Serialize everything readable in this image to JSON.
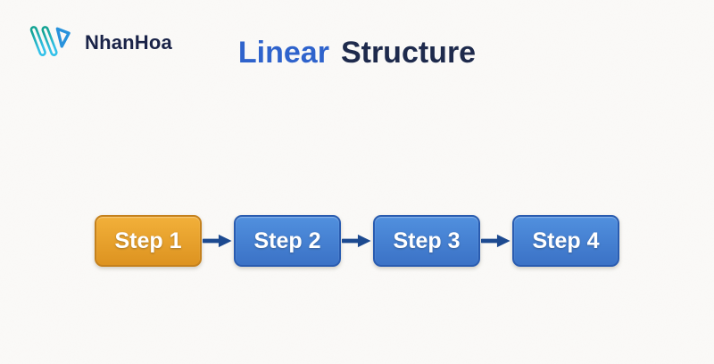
{
  "brand": {
    "name": "NhanHoa",
    "logo_icon": "nhanhoa-w-mark"
  },
  "title": {
    "part1": "Linear",
    "part2": "Structure"
  },
  "diagram": {
    "type": "linear-flow",
    "direction": "left-to-right",
    "connector": "arrow-right",
    "steps": [
      {
        "label": "Step 1",
        "variant": "orange"
      },
      {
        "label": "Step 2",
        "variant": "blue"
      },
      {
        "label": "Step 3",
        "variant": "blue"
      },
      {
        "label": "Step 4",
        "variant": "blue"
      }
    ]
  },
  "theme": {
    "bg": "#fbfaf8",
    "navy": "#1a2348",
    "blue_title": "#2f63cc",
    "navy_title": "#1e2a4c",
    "step_text": "#ffffff",
    "step_orange_top": "#f2b03a",
    "step_orange_bottom": "#dd9320",
    "step_orange_border": "#c5811c",
    "step_blue_top": "#5190de",
    "step_blue_bottom": "#3b72c6",
    "step_blue_border": "#2a5cb0",
    "arrow": "#1d4a90",
    "logo_teal": "#14a393",
    "logo_cyan": "#33c1e9",
    "logo_blue": "#2892dc"
  }
}
